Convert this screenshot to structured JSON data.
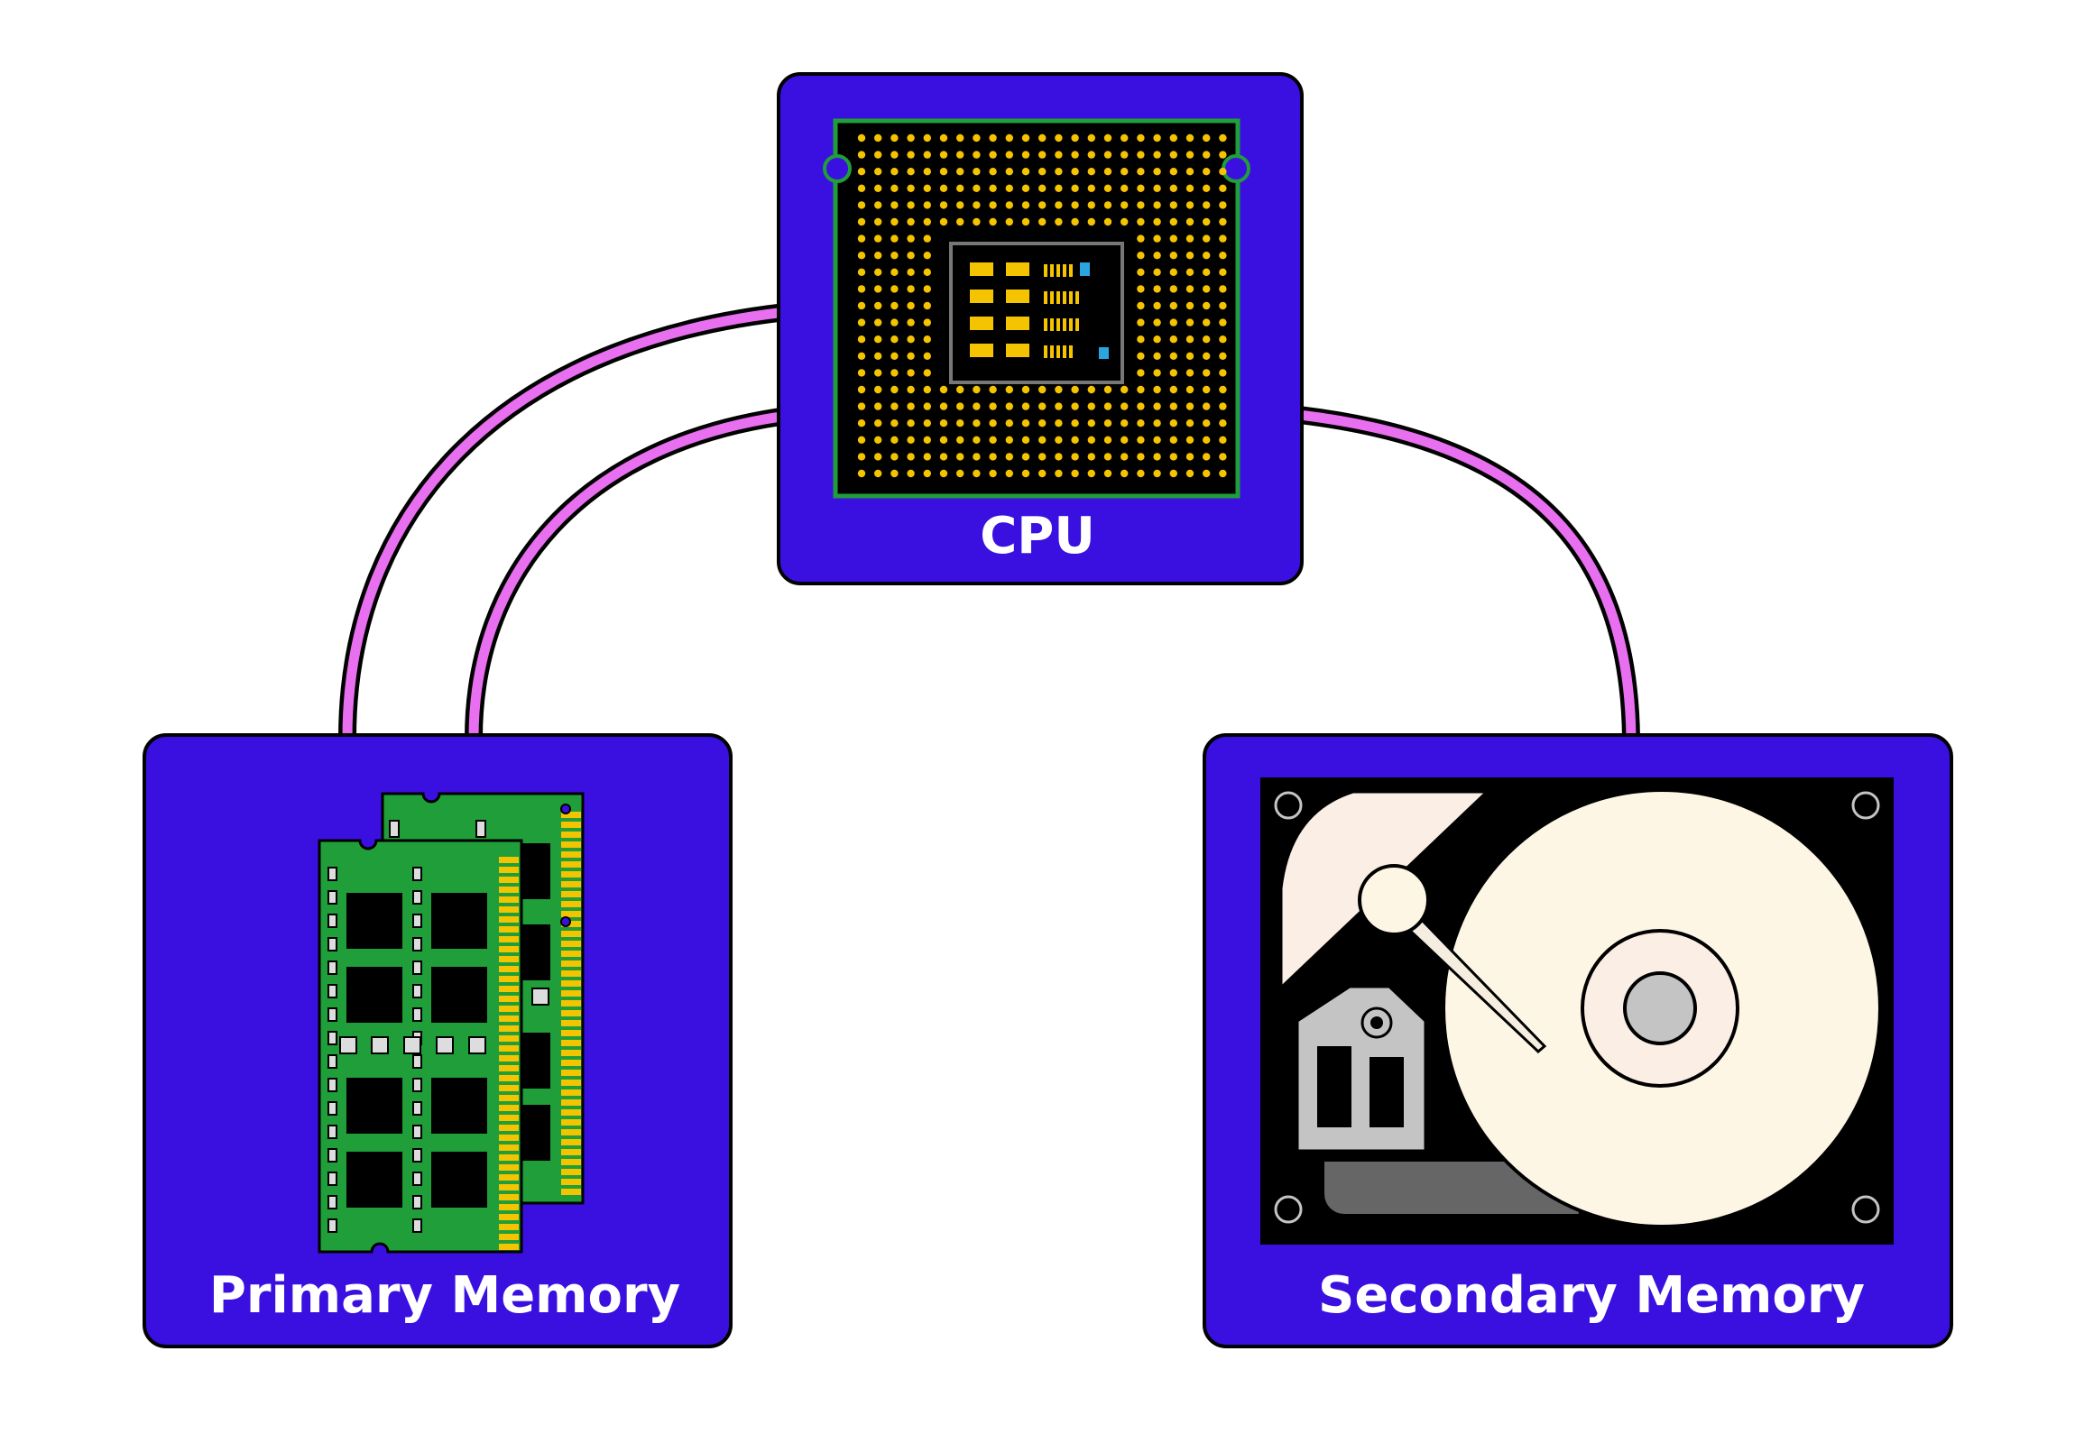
{
  "nodes": {
    "cpu": {
      "label": "CPU"
    },
    "primary": {
      "label": "Primary Memory"
    },
    "secondary": {
      "label": "Secondary Memory"
    }
  },
  "colors": {
    "box_fill": "#3a10e0",
    "connector": "#e870f0",
    "pcb_green": "#1f9e3a",
    "gold": "#f5c400",
    "platter": "#fdf6e4",
    "hub_gray": "#c4c4c4"
  },
  "icons": {
    "cpu": "cpu-chip-icon",
    "primary": "ram-modules-icon",
    "secondary": "hard-drive-icon"
  }
}
